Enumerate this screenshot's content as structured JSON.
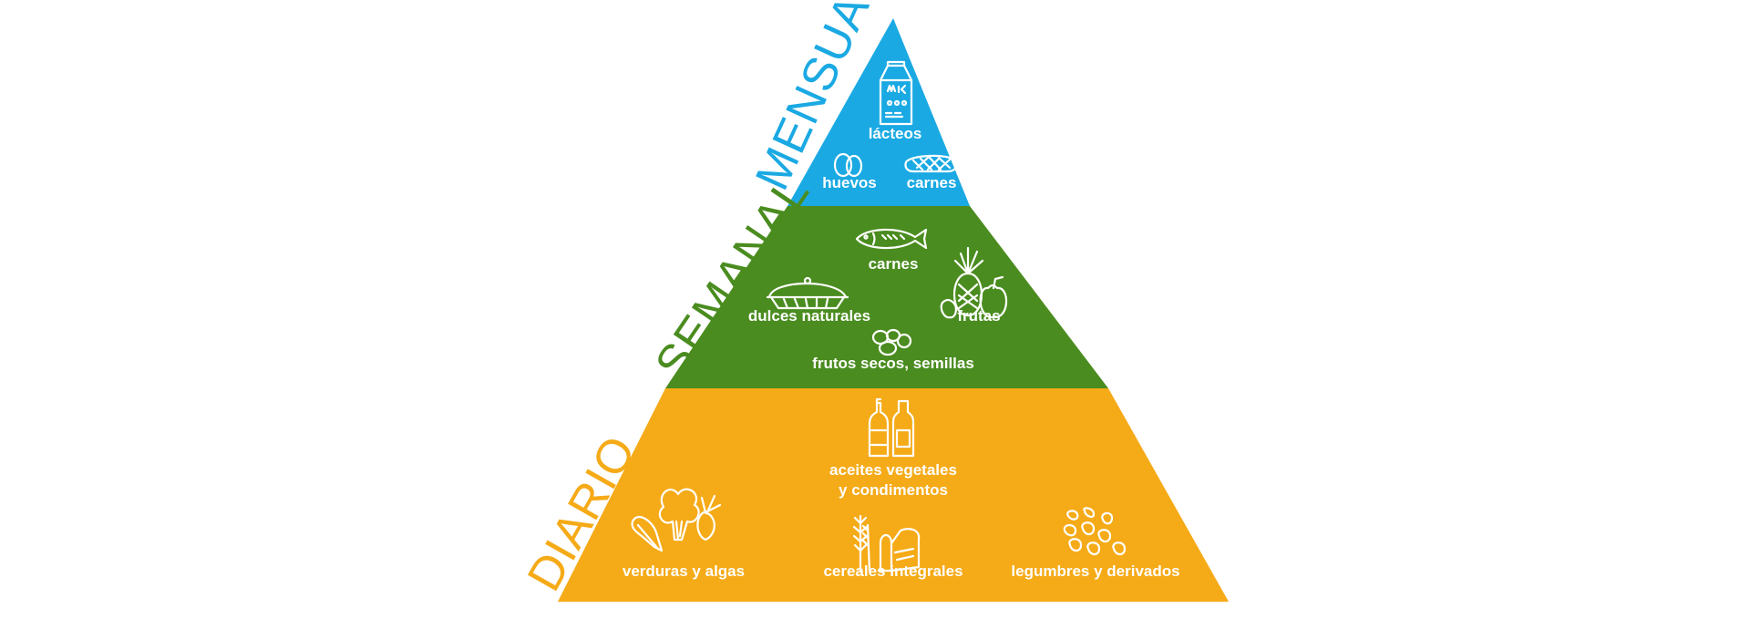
{
  "colors": {
    "monthly": "#1aa9e3",
    "weekly": "#4a8c1f",
    "daily": "#f5aa17",
    "label_text": "#ffffff"
  },
  "tiers": {
    "monthly": {
      "label": "MENSUAL",
      "items": [
        {
          "label": "lácteos",
          "icon": "milk-carton-icon"
        },
        {
          "label": "huevos",
          "icon": "eggs-icon"
        },
        {
          "label": "carnes",
          "icon": "steak-icon"
        }
      ]
    },
    "weekly": {
      "label": "SEMANAL",
      "items": [
        {
          "label": "carnes",
          "icon": "fish-icon"
        },
        {
          "label": "dulces naturales",
          "icon": "pie-icon"
        },
        {
          "label": "frutas",
          "icon": "fruits-icon"
        },
        {
          "label": "frutos secos, semillas",
          "icon": "nuts-icon"
        }
      ]
    },
    "daily": {
      "label": "DIARIO",
      "items": [
        {
          "label": "aceites vegetales",
          "label2": "y condimentos",
          "icon": "oil-bottles-icon"
        },
        {
          "label": "verduras y algas",
          "icon": "vegetables-icon"
        },
        {
          "label": "cereales integrales",
          "icon": "wheat-bread-icon"
        },
        {
          "label": "legumbres y derivados",
          "icon": "legumes-icon"
        }
      ]
    }
  }
}
